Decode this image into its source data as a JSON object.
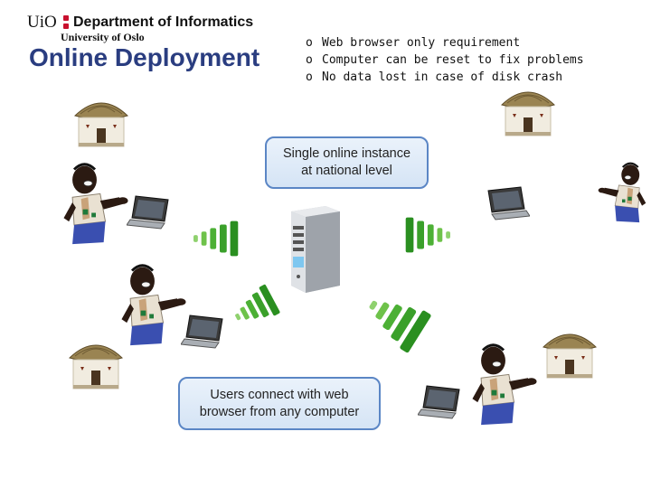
{
  "header": {
    "logo_uio": "UiO",
    "logo_department": "Department of Informatics",
    "logo_university": "University of Oslo",
    "title": "Online Deployment"
  },
  "bullets": [
    {
      "marker": "o",
      "text": "Web browser only requirement"
    },
    {
      "marker": "o",
      "text": "Computer can be reset to fix problems"
    },
    {
      "marker": "o",
      "text": "No data lost in case of disk crash"
    }
  ],
  "diagram": {
    "top_box_line1": "Single online instance",
    "top_box_line2": "at national level",
    "bottom_box_line1": "Users connect with web",
    "bottom_box_line2": "browser from any computer"
  },
  "icons": [
    "hut-icon",
    "person-icon",
    "laptop-icon",
    "wireless-signal-icon",
    "server-icon"
  ],
  "colors": {
    "title": "#2a3d80",
    "box_border": "#5b86c5",
    "signal_green": "#3aaa35",
    "logo_red": "#c8102e"
  }
}
